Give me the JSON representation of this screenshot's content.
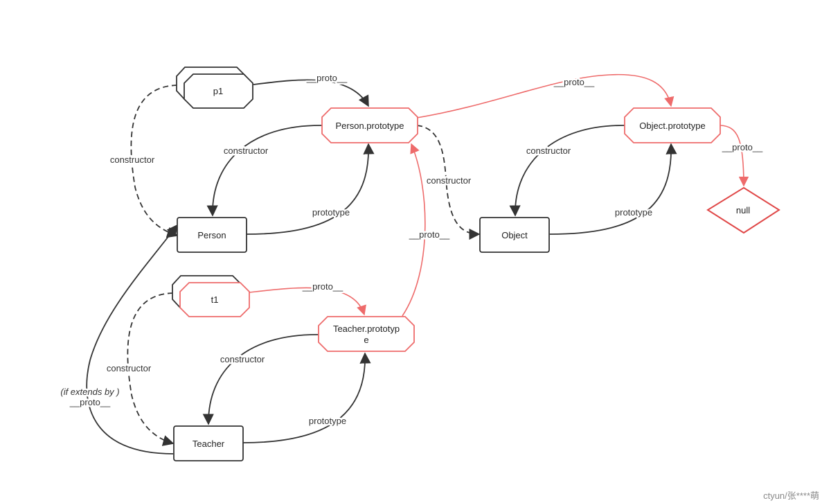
{
  "nodes": {
    "p1": "p1",
    "person_prototype": "Person.prototype",
    "object_prototype": "Object.prototype",
    "null": "null",
    "person": "Person",
    "object": "Object",
    "t1": "t1",
    "teacher_prototype_line1": "Teacher.prototyp",
    "teacher_prototype_line2": "e",
    "teacher": "Teacher"
  },
  "edge_labels": {
    "p1_proto": "__proto__",
    "person_proto_to_object_proto": "__proto__",
    "object_proto_to_null": "__proto__",
    "person_constructor": "constructor",
    "p1_constructor": "constructor",
    "person_prototype": "prototype",
    "person_proto_constructor": "constructor",
    "object_constructor": "constructor",
    "object_prototype": "prototype",
    "teacher_proto_to_person_proto": "__proto__",
    "t1_proto": "__proto__",
    "teacher_constructor": "constructor",
    "t1_constructor": "constructor",
    "teacher_prototype": "prototype",
    "extends_note": "(if extends by )",
    "extends_proto": "__proto__"
  },
  "colors": {
    "black": "#333333",
    "red": "#ee6b6b",
    "null_red": "#e04848"
  },
  "watermark": "ctyun/张****萌"
}
